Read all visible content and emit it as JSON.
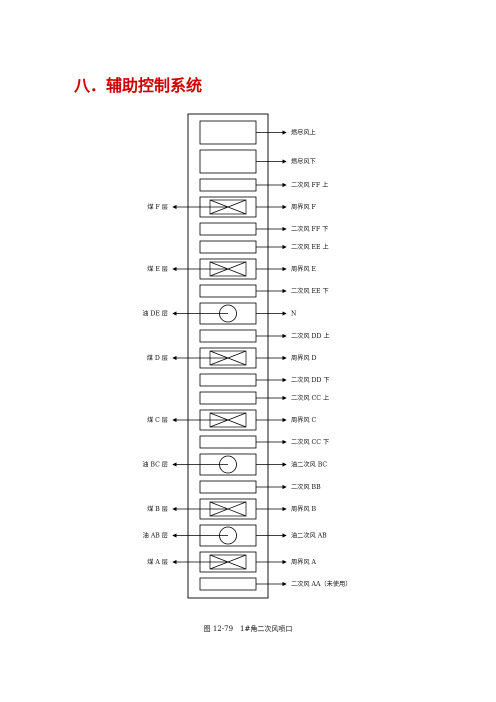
{
  "heading": "八．辅助控制系统",
  "caption": "图 12-79　1#角二次风喷口",
  "nozzles": [
    {
      "kind": "rect-tall",
      "right_label": "燃尽风上",
      "left_label": ""
    },
    {
      "kind": "rect-tall",
      "right_label": "燃尽风下",
      "left_label": ""
    },
    {
      "kind": "rect",
      "right_label": "二次风 FF 上",
      "left_label": ""
    },
    {
      "kind": "coal",
      "right_label": "周界风 F",
      "left_label": "煤 F 层"
    },
    {
      "kind": "rect",
      "right_label": "二次风 FF 下",
      "left_label": ""
    },
    {
      "kind": "rect",
      "right_label": "二次风 EE 上",
      "left_label": ""
    },
    {
      "kind": "coal",
      "right_label": "周界风 E",
      "left_label": "煤 E 层"
    },
    {
      "kind": "rect",
      "right_label": "二次风 EE 下",
      "left_label": ""
    },
    {
      "kind": "oil",
      "right_label": "N",
      "left_label": "油 DE 层"
    },
    {
      "kind": "rect",
      "right_label": "二次风 DD 上",
      "left_label": ""
    },
    {
      "kind": "coal",
      "right_label": "周界风 D",
      "left_label": "煤 D 层"
    },
    {
      "kind": "rect",
      "right_label": "二次风 DD 下",
      "left_label": ""
    },
    {
      "kind": "rect",
      "right_label": "二次风 CC 上",
      "left_label": ""
    },
    {
      "kind": "coal",
      "right_label": "周界风 C",
      "left_label": "煤 C 层"
    },
    {
      "kind": "rect",
      "right_label": "二次风 CC 下",
      "left_label": ""
    },
    {
      "kind": "oil",
      "right_label": "油二次风 BC",
      "left_label": "油 BC 层"
    },
    {
      "kind": "rect",
      "right_label": "二次风 BB",
      "left_label": ""
    },
    {
      "kind": "coal",
      "right_label": "周界风 B",
      "left_label": "煤 B 层"
    },
    {
      "kind": "oil",
      "right_label": "油二次风 AB",
      "left_label": "油 AB 层"
    },
    {
      "kind": "coal",
      "right_label": "周界风 A",
      "left_label": "煤 A 层"
    },
    {
      "kind": "rect",
      "right_label": "二次风 AA（未使用）",
      "left_label": ""
    }
  ]
}
